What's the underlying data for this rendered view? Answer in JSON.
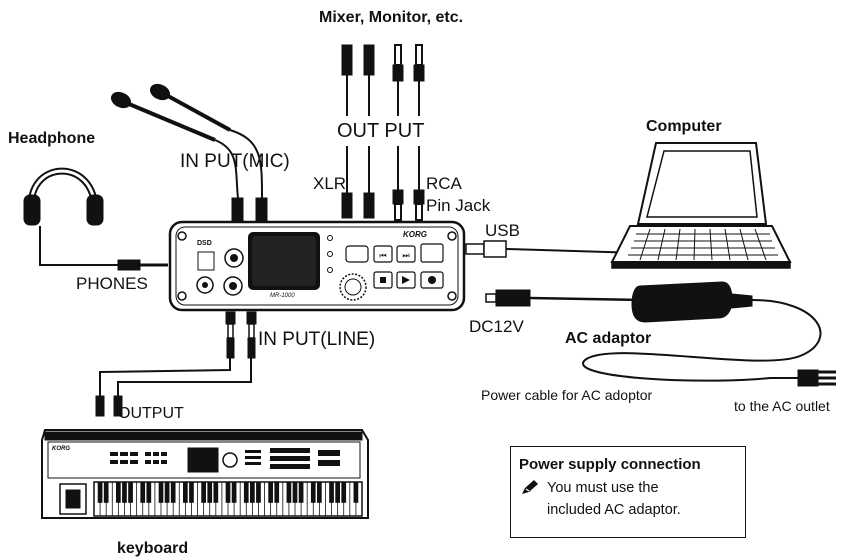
{
  "labels": {
    "mixer_monitor": "Mixer, Monitor, etc.",
    "output": "OUT PUT",
    "xlr": "XLR",
    "rca": "RCA",
    "pin_jack": "Pin Jack",
    "headphone": "Headphone",
    "input_mic": "IN PUT(MIC)",
    "phones": "PHONES",
    "computer": "Computer",
    "usb": "USB",
    "dc12v": "DC12V",
    "ac_adaptor": "AC adaptor",
    "power_cable": "Power cable for AC adoptor",
    "ac_outlet": "to the AC outlet",
    "input_line": "IN PUT(LINE)",
    "keyboard_output": "OUTPUT",
    "keyboard": "keyboard"
  },
  "device": {
    "brand": "KORG",
    "model": "MR-1000",
    "format": "DSD"
  },
  "keyboard_brand": "KORG",
  "note": {
    "title": "Power supply connection",
    "line1": "You must use the",
    "line2": "included AC adaptor."
  }
}
